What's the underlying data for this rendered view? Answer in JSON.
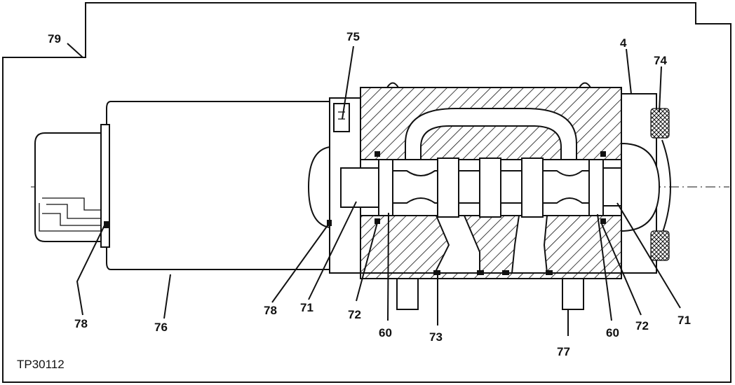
{
  "figure_code": "TP30112",
  "callouts": [
    {
      "id": "79",
      "text": "79"
    },
    {
      "id": "75",
      "text": "75"
    },
    {
      "id": "4",
      "text": "4"
    },
    {
      "id": "74",
      "text": "74"
    },
    {
      "id": "78a",
      "text": "78"
    },
    {
      "id": "76",
      "text": "76"
    },
    {
      "id": "78b",
      "text": "78"
    },
    {
      "id": "71a",
      "text": "71"
    },
    {
      "id": "72a",
      "text": "72"
    },
    {
      "id": "60a",
      "text": "60"
    },
    {
      "id": "73",
      "text": "73"
    },
    {
      "id": "77",
      "text": "77"
    },
    {
      "id": "60b",
      "text": "60"
    },
    {
      "id": "72b",
      "text": "72"
    },
    {
      "id": "71b",
      "text": "71"
    }
  ]
}
